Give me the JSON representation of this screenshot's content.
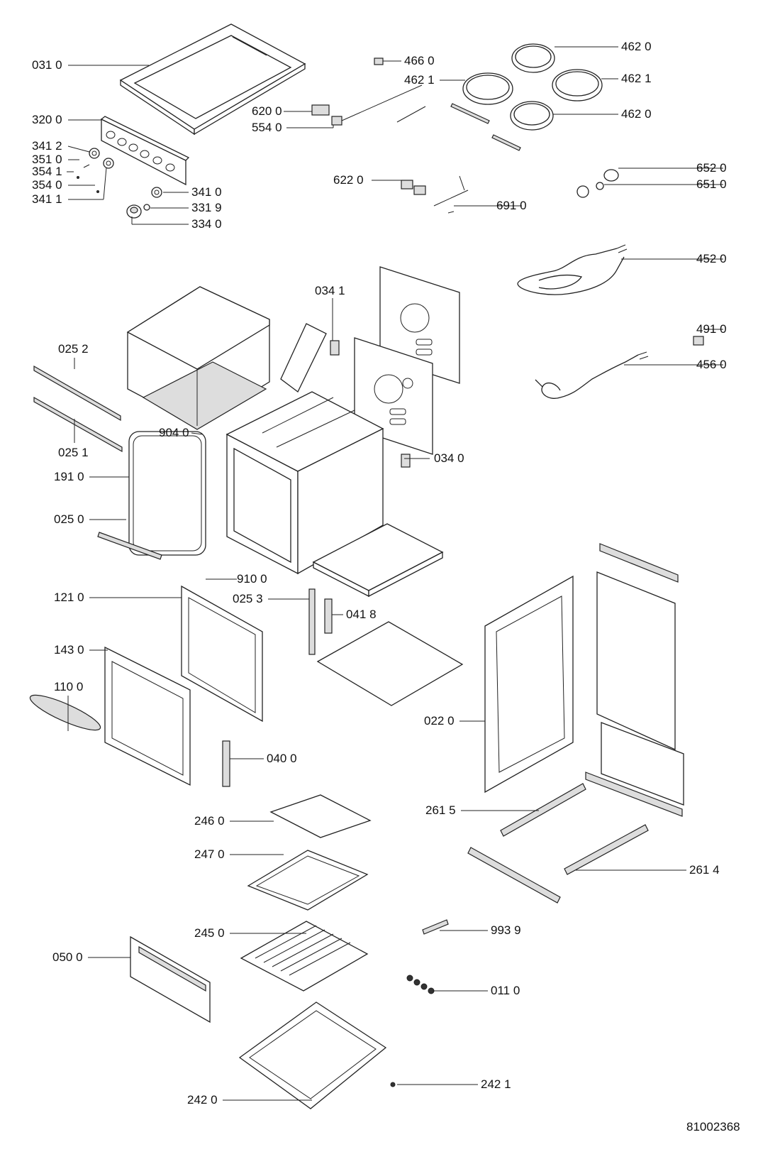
{
  "diagram": {
    "document_number": "81002368",
    "parts": [
      {
        "id": "031",
        "label": "031 0"
      },
      {
        "id": "320",
        "label": "320 0"
      },
      {
        "id": "341_2",
        "label": "341 2"
      },
      {
        "id": "351",
        "label": "351 0"
      },
      {
        "id": "354_1",
        "label": "354 1"
      },
      {
        "id": "354_0",
        "label": "354 0"
      },
      {
        "id": "341_1",
        "label": "341 1"
      },
      {
        "id": "341_0",
        "label": "341 0"
      },
      {
        "id": "331_9",
        "label": "331 9"
      },
      {
        "id": "334",
        "label": "334 0"
      },
      {
        "id": "466",
        "label": "466 0"
      },
      {
        "id": "462_1a",
        "label": "462 1"
      },
      {
        "id": "462_0a",
        "label": "462 0"
      },
      {
        "id": "462_1b",
        "label": "462 1"
      },
      {
        "id": "462_0b",
        "label": "462 0"
      },
      {
        "id": "620",
        "label": "620 0"
      },
      {
        "id": "554",
        "label": "554 0"
      },
      {
        "id": "622",
        "label": "622 0"
      },
      {
        "id": "691",
        "label": "691 0"
      },
      {
        "id": "652",
        "label": "652 0"
      },
      {
        "id": "651",
        "label": "651 0"
      },
      {
        "id": "452",
        "label": "452 0"
      },
      {
        "id": "491",
        "label": "491 0"
      },
      {
        "id": "456",
        "label": "456 0"
      },
      {
        "id": "034_1",
        "label": "034 1"
      },
      {
        "id": "025_2",
        "label": "025 2"
      },
      {
        "id": "025_1",
        "label": "025 1"
      },
      {
        "id": "904",
        "label": "904 0"
      },
      {
        "id": "191",
        "label": "191 0"
      },
      {
        "id": "034_0",
        "label": "034 0"
      },
      {
        "id": "025_0",
        "label": "025 0"
      },
      {
        "id": "910",
        "label": "910 0"
      },
      {
        "id": "121",
        "label": "121 0"
      },
      {
        "id": "025_3",
        "label": "025 3"
      },
      {
        "id": "041_8",
        "label": "041 8"
      },
      {
        "id": "143",
        "label": "143 0"
      },
      {
        "id": "110",
        "label": "110 0"
      },
      {
        "id": "022",
        "label": "022 0"
      },
      {
        "id": "040",
        "label": "040 0"
      },
      {
        "id": "246",
        "label": "246 0"
      },
      {
        "id": "261_5",
        "label": "261 5"
      },
      {
        "id": "247",
        "label": "247 0"
      },
      {
        "id": "261_4",
        "label": "261 4"
      },
      {
        "id": "993",
        "label": "993 9"
      },
      {
        "id": "245",
        "label": "245 0"
      },
      {
        "id": "050",
        "label": "050 0"
      },
      {
        "id": "011",
        "label": "011 0"
      },
      {
        "id": "242_1",
        "label": "242 1"
      },
      {
        "id": "242_0",
        "label": "242 0"
      }
    ]
  }
}
